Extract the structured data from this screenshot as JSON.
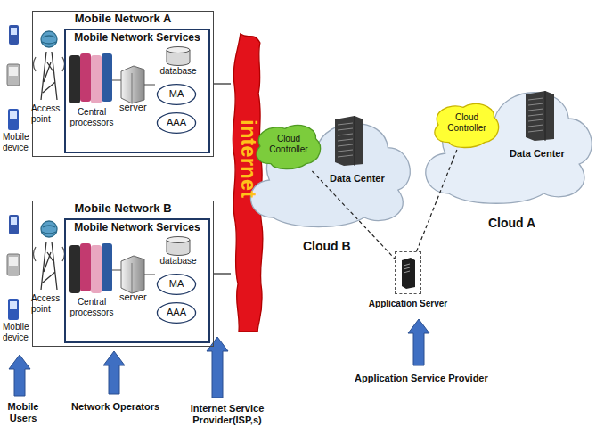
{
  "diagram": {
    "nodes": [
      {
        "text": [
          "Mobile Network A"
        ]
      },
      {
        "text": [
          "Mobile Network Services"
        ],
        "in": 0
      },
      {
        "text": [
          "database"
        ],
        "in": 1
      },
      {
        "text": [
          "MA"
        ],
        "in": 1
      },
      {
        "text": [
          "AAA"
        ],
        "in": 1
      },
      {
        "text": [
          "Mobile Network B"
        ]
      },
      {
        "text": [
          "Mobile Network Services"
        ],
        "in": 5
      },
      {
        "text": [
          "database"
        ],
        "in": 6
      },
      {
        "text": [
          "MA"
        ],
        "in": 6
      },
      {
        "text": [
          "AAA"
        ],
        "in": 6
      },
      {
        "text": [
          "internet"
        ]
      },
      {
        "text": [
          "Data Center",
          "Cloud B"
        ]
      },
      {
        "text": [
          "Cloud Controller"
        ],
        "in": 11
      },
      {
        "text": [
          "Data Center",
          "Cloud A"
        ]
      },
      {
        "text": [
          "Cloud Controller"
        ],
        "in": 13
      },
      {
        "text": [
          "Application Server"
        ]
      }
    ],
    "edges": [
      {
        "from": 0,
        "to": 10,
        "arrow": "none"
      },
      {
        "from": 5,
        "to": 10,
        "arrow": "none"
      },
      {
        "from": 12,
        "to": 15,
        "arrow": "none"
      },
      {
        "from": 15,
        "to": 14,
        "arrow": "none"
      }
    ],
    "labels": [
      "Access point",
      "Mobile device",
      "Central processors",
      "server",
      "Access point",
      "Mobile device",
      "Central processors",
      "server",
      "Mobile Users",
      "Network Operators",
      "Internet Service Provider(ISP,s)",
      "Application Service Provider"
    ]
  }
}
